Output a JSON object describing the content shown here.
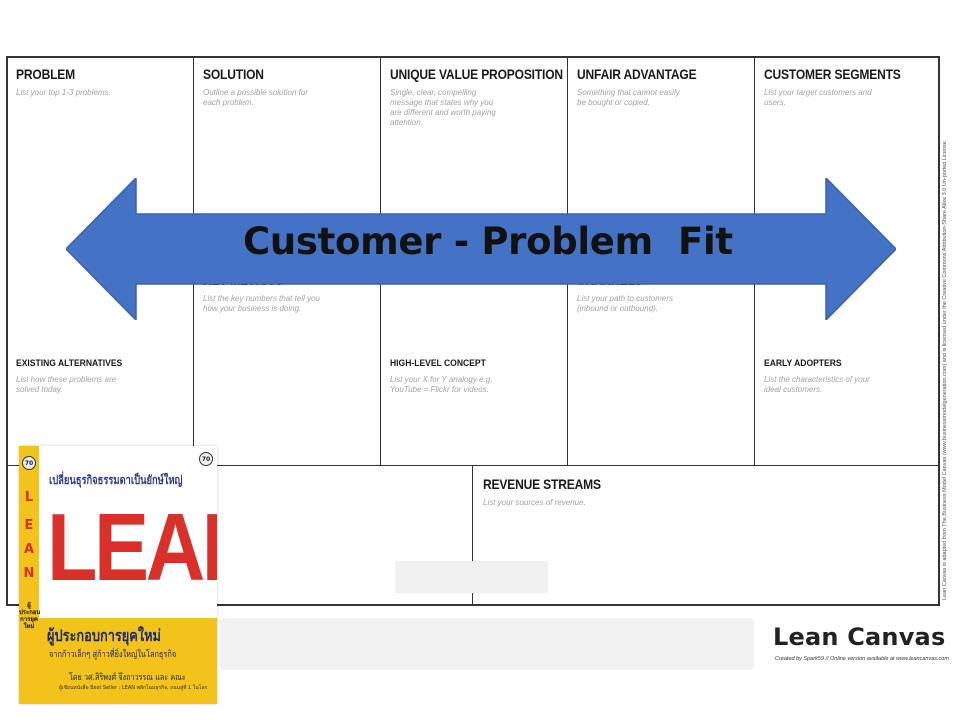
{
  "canvas": {
    "problem": {
      "title": "PROBLEM",
      "desc": "List your top 1-3 problems."
    },
    "solution": {
      "title": "SOLUTION",
      "desc": "Outline a possible solution for each problem."
    },
    "uvp": {
      "title": "UNIQUE VALUE PROPOSITION",
      "desc": "Single, clear, compelling message that states why you are different and worth paying attention."
    },
    "unfair": {
      "title": "UNFAIR ADVANTAGE",
      "desc": "Something that cannot easily be bought or copied."
    },
    "segments": {
      "title": "CUSTOMER SEGMENTS",
      "desc": "List your target customers and users."
    },
    "key_metrics": {
      "title": "KEY METRICS",
      "desc": "List the key numbers that tell you how your business is doing."
    },
    "channels": {
      "title": "CHANNELS",
      "desc": "List your path to customers (inbound or outbound)."
    },
    "existing": {
      "title": "EXISTING ALTERNATIVES",
      "desc": "List how these problems are solved today."
    },
    "concept": {
      "title": "HIGH-LEVEL CONCEPT",
      "desc": "List your X for Y analogy e.g. YouTube = Flickr for videos."
    },
    "early": {
      "title": "EARLY ADOPTERS",
      "desc": "List the characteristics of your ideal customers."
    },
    "revenue": {
      "title": "REVENUE STREAMS",
      "desc": "List your sources of revenue."
    },
    "license": "Lean Canvas is adapted from The Business Model Canvas (www.businessmodelgeneration.com) and is licensed under the Creative Commons Attribution-Share Alike 3.0 Un-ported License."
  },
  "arrow": {
    "label": "Customer - Problem  Fit",
    "color": "#4472c4"
  },
  "branding": {
    "title": "Lean Canvas",
    "credit": "Created by Spark59 // Online version available at www.leancanvas.com"
  },
  "book": {
    "badge": "70",
    "top_text": "เปลี่ยนธุรกิจธรรมดาเป็นยักษ์ใหญ่",
    "main_title": "LEAN",
    "subtitle": "ผู้ประกอบการยุคใหม่",
    "subtitle2": "จากก้าวเล็กๆ สู่ก้าวที่ยิ่งใหญ่ในโลกธุรกิจ",
    "author": "โดย วศ.สิริพงศ์ จึงถาวรรณ และ คณะ",
    "author_note": "ผู้เขียนหนังสือ Best Seller : LEAN พลิกโฉมธุรกิจ, ถนนสู่ที่ 1 ในโลก",
    "spine_letters": [
      "L",
      "E",
      "A",
      "N"
    ],
    "spine_small": "ผู้ประกอบการยุคใหม่",
    "colors": {
      "yellow": "#f3c31b",
      "red": "#d9302a",
      "navy": "#1c2a6e"
    }
  }
}
